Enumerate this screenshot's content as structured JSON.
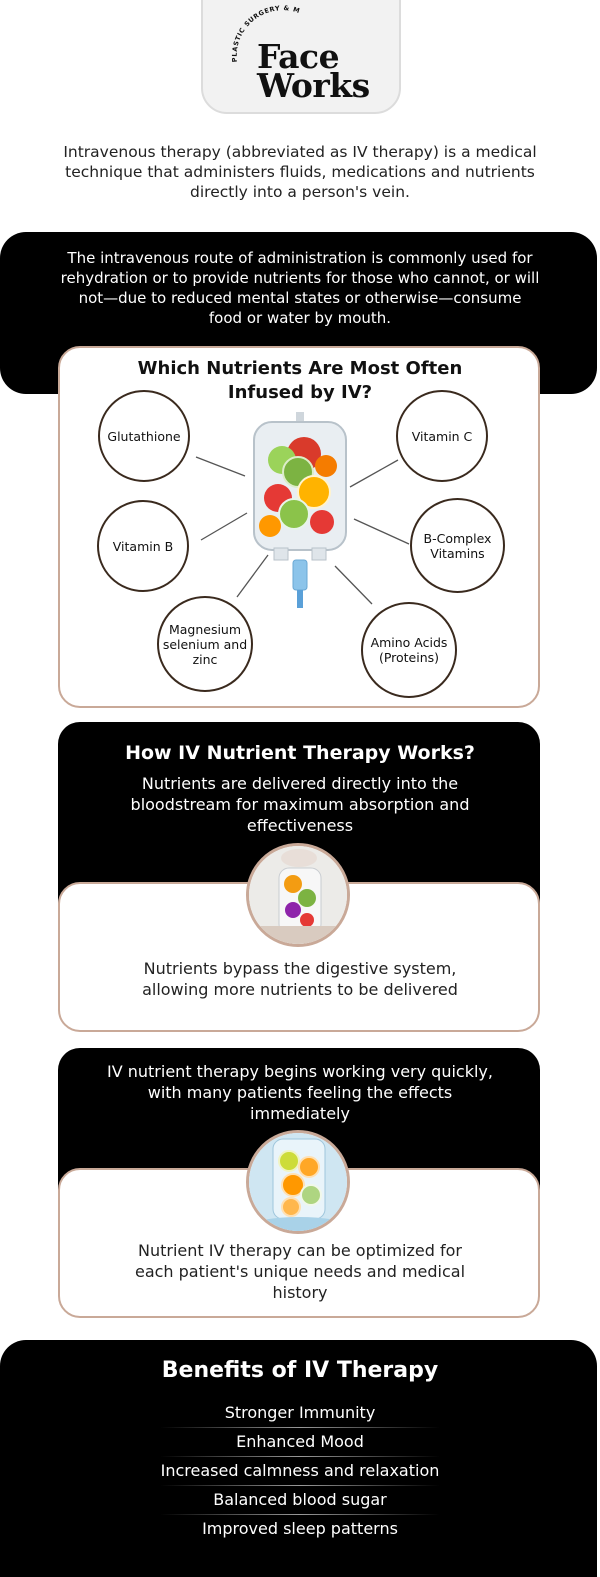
{
  "logo": {
    "arc_text": "PLASTIC SURGERY & MEDSPA",
    "line1": "Face",
    "line2": "Works"
  },
  "intro": {
    "text": "Intravenous therapy (abbreviated as IV therapy) is a medical technique that administers fluids, medications and nutrients directly into a person's vein."
  },
  "banner": {
    "text": "The intravenous route of administration is commonly used for rehydration or to provide nutrients for those who cannot, or will not—due to reduced mental states or otherwise—consume food or water by mouth."
  },
  "nutrients": {
    "title": "Which Nutrients Are Most Often Infused by IV?",
    "items": [
      "Glutathione",
      "Vitamin C",
      "Vitamin B",
      "B-Complex Vitamins",
      "Magnesium selenium and zinc",
      "Amino Acids (Proteins)"
    ]
  },
  "how": {
    "title": "How IV Nutrient Therapy Works?",
    "point1": "Nutrients are delivered directly into the bloodstream for maximum absorption and effectiveness",
    "point2": "Nutrients bypass the digestive system, allowing more nutrients to be delivered"
  },
  "quick": {
    "point1": "IV nutrient therapy begins working very quickly, with many patients feeling the effects immediately",
    "point2": "Nutrient IV therapy can be optimized for each patient's unique needs and medical history"
  },
  "benefits": {
    "title": "Benefits of IV Therapy",
    "items": [
      "Stronger Immunity",
      "Enhanced Mood",
      "Increased calmness and relaxation",
      "Balanced blood sugar",
      "Improved sleep patterns"
    ]
  },
  "colors": {
    "accent_border": "#c9a998",
    "black": "#000000",
    "circle_border": "#3a2a1e"
  },
  "icons": [
    "iv-bag-fruit-icon",
    "iv-bag-hand-photo",
    "iv-bag-citrus-photo"
  ]
}
